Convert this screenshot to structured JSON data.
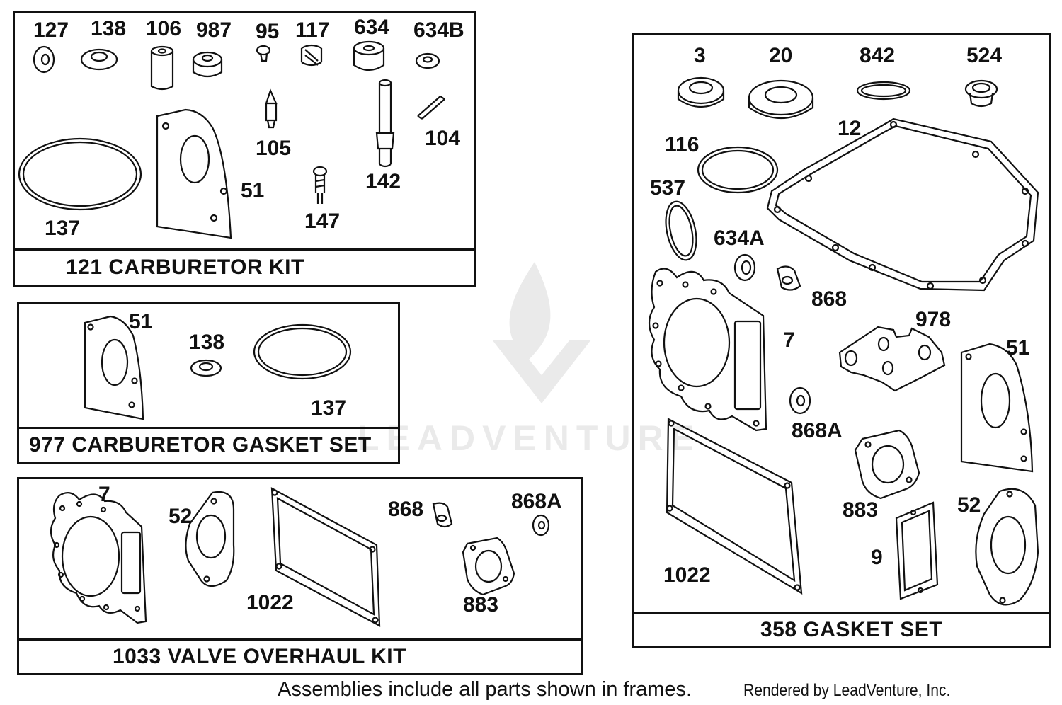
{
  "frames": [
    {
      "title": "121 CARBURETOR KIT"
    },
    {
      "title": "977 CARBURETOR GASKET SET"
    },
    {
      "title": "1033 VALVE OVERHAUL KIT"
    },
    {
      "title": "358 GASKET SET"
    }
  ],
  "carb_kit_parts": [
    "127",
    "138",
    "106",
    "987",
    "95",
    "117",
    "634",
    "634B",
    "105",
    "104",
    "137",
    "51",
    "147",
    "142"
  ],
  "gasket_set_977_parts": [
    "51",
    "138",
    "137"
  ],
  "valve_kit_parts": [
    "7",
    "52",
    "868",
    "868A",
    "1022",
    "883"
  ],
  "gasket_set_358_parts": [
    "3",
    "20",
    "842",
    "524",
    "116",
    "12",
    "537",
    "634A",
    "868",
    "7",
    "978",
    "51",
    "868A",
    "1022",
    "883",
    "52",
    "9"
  ],
  "footer": "Assemblies include all parts shown in frames.",
  "credit": "Rendered by LeadVenture, Inc.",
  "watermark": "LEADVENTURE"
}
